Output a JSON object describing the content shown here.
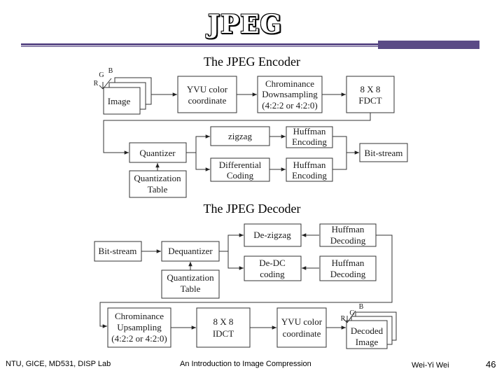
{
  "title": "JPEG",
  "encoder": {
    "heading": "The JPEG Encoder",
    "rgb": [
      "R",
      "G",
      "B"
    ],
    "image": "Image",
    "yvu": [
      "YVU color",
      "coordinate"
    ],
    "chroma": [
      "Chrominance",
      "Downsampling",
      "(4:2:2 or 4:2:0)"
    ],
    "fdct": [
      "8 X 8",
      "FDCT"
    ],
    "zigzag": "zigzag",
    "huff1": [
      "Huffman",
      "Encoding"
    ],
    "quantizer": "Quantizer",
    "bitstream": "Bit-stream",
    "diff": [
      "Differential",
      "Coding"
    ],
    "huff2": [
      "Huffman",
      "Encoding"
    ],
    "qtable": [
      "Quantization",
      "Table"
    ]
  },
  "decoder": {
    "heading": "The JPEG Decoder",
    "dezigzag": "De-zigzag",
    "huff1": [
      "Huffman",
      "Decoding"
    ],
    "bitstream": "Bit-stream",
    "dequantizer": "Dequantizer",
    "dedc": [
      "De-DC",
      "coding"
    ],
    "huff2": [
      "Huffman",
      "Decoding"
    ],
    "qtable": [
      "Quantization",
      "Table"
    ],
    "chroma": [
      "Chrominance",
      "Upsampling",
      "(4:2:2 or 4:2:0)"
    ],
    "idct": [
      "8 X 8",
      "IDCT"
    ],
    "yvu": [
      "YVU color",
      "coordinate"
    ],
    "rgb": [
      "R",
      "G",
      "B"
    ],
    "decoded": [
      "Decoded",
      "Image"
    ]
  },
  "footer": {
    "left": "NTU, GICE, MD531, DISP Lab",
    "center": "An Introduction to Image Compression",
    "author": "Wei-Yi Wei",
    "page": "46"
  }
}
